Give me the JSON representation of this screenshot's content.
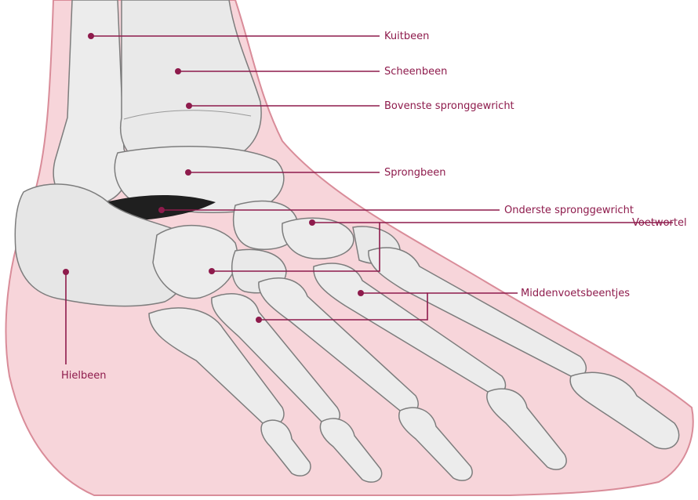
{
  "colors": {
    "skin": "#f7d5da",
    "skin_outline": "#d98c99",
    "bone": "#ececec",
    "bone_dark": "#c9c9c9",
    "bone_outline": "#7d7d7d",
    "leader": "#8e1b4c"
  },
  "labels": {
    "kuitbeen": "Kuitbeen",
    "scheenbeen": "Scheenbeen",
    "bovenste_spronggewricht": "Bovenste spronggewricht",
    "sprongbeen": "Sprongbeen",
    "onderste_spronggewricht": "Onderste spronggewricht",
    "voetwortel": "Voetwortel",
    "middenvoetsbeentjes": "Middenvoetsbeentjes",
    "hielbeen": "Hielbeen"
  }
}
